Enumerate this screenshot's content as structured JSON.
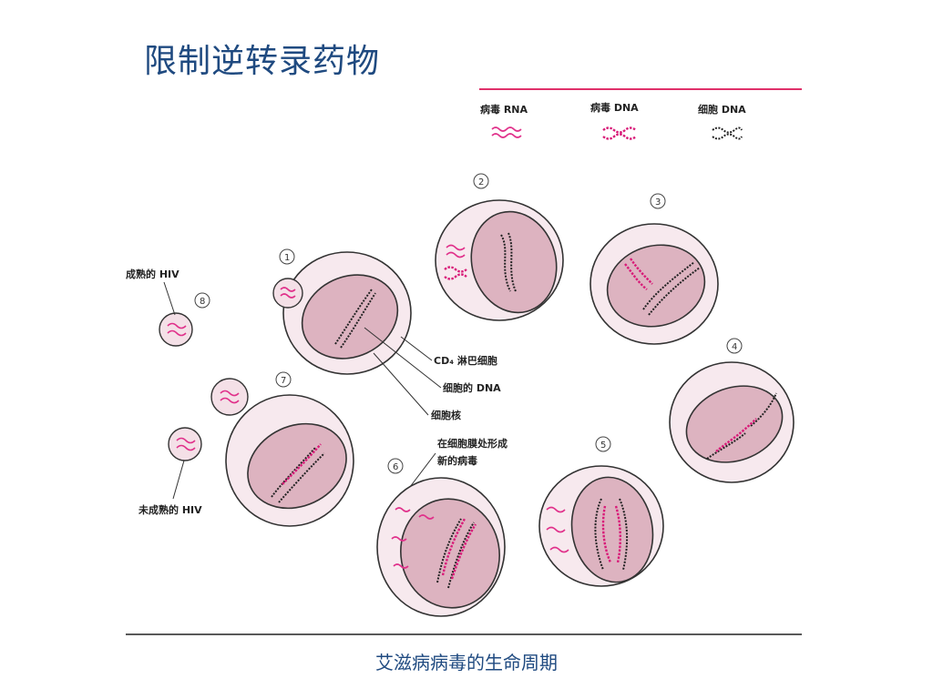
{
  "title": "限制逆转录药物",
  "caption": "艾滋病病毒的生命周期",
  "colors": {
    "title": "#1f4a80",
    "viral": "#d81b78",
    "rule": "#e0306a"
  },
  "legend": {
    "viral_rna": "病毒 RNA",
    "viral_dna": "病毒 DNA",
    "cell_dna": "细胞 DNA"
  },
  "labels": {
    "mature_hiv": "成熟的 HIV",
    "immature_hiv": "未成熟的 HIV",
    "cd4_cell": "CD₄ 淋巴细胞",
    "cell_dna": "细胞的 DNA",
    "nucleus": "细胞核",
    "new_virus_line1": "在细胞膜处形成",
    "new_virus_line2": "新的病毒"
  },
  "steps": [
    "1",
    "2",
    "3",
    "4",
    "5",
    "6",
    "7",
    "8"
  ]
}
